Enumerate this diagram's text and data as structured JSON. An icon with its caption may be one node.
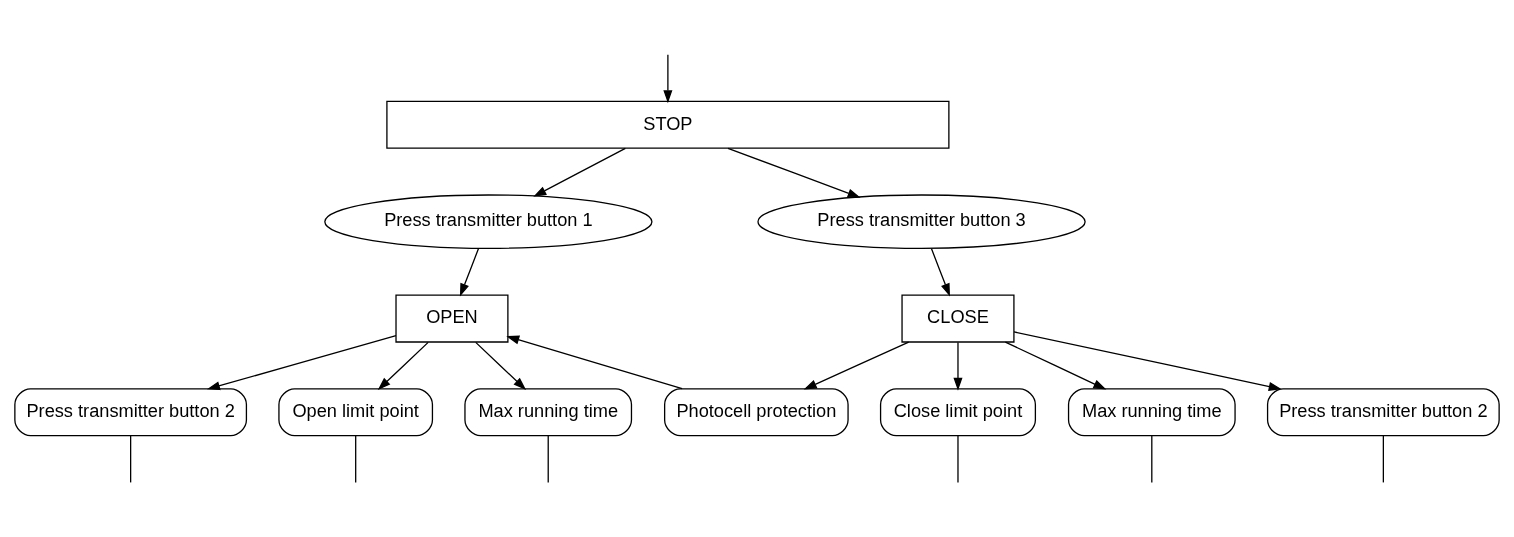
{
  "diagram": {
    "nodes": [
      {
        "text": [
          "STOP"
        ]
      },
      {
        "text": [
          "Press transmitter button 1"
        ]
      },
      {
        "text": [
          "Press transmitter button 3"
        ]
      },
      {
        "text": [
          "OPEN"
        ]
      },
      {
        "text": [
          "CLOSE"
        ]
      },
      {
        "text": [
          "Press transmitter button 2"
        ]
      },
      {
        "text": [
          "Open limit point"
        ]
      },
      {
        "text": [
          "Max running time"
        ]
      },
      {
        "text": [
          "Photocell protection"
        ]
      },
      {
        "text": [
          "Close limit point"
        ]
      },
      {
        "text": [
          "Max running time"
        ]
      },
      {
        "text": [
          "Press transmitter button 2"
        ]
      }
    ],
    "edges": [
      {
        "from": null,
        "to": 0,
        "arrow": "to"
      },
      {
        "from": 0,
        "to": 1,
        "arrow": "to"
      },
      {
        "from": 0,
        "to": 2,
        "arrow": "to"
      },
      {
        "from": 1,
        "to": 3,
        "arrow": "to"
      },
      {
        "from": 2,
        "to": 4,
        "arrow": "to"
      },
      {
        "from": 3,
        "to": 5,
        "arrow": "to"
      },
      {
        "from": 3,
        "to": 6,
        "arrow": "to"
      },
      {
        "from": 3,
        "to": 7,
        "arrow": "to"
      },
      {
        "from": 4,
        "to": 8,
        "arrow": "to"
      },
      {
        "from": 4,
        "to": 9,
        "arrow": "to"
      },
      {
        "from": 4,
        "to": 10,
        "arrow": "to"
      },
      {
        "from": 4,
        "to": 11,
        "arrow": "to"
      },
      {
        "from": 8,
        "to": 3,
        "arrow": "to"
      },
      {
        "from": 5,
        "to": null,
        "arrow": "none"
      },
      {
        "from": 6,
        "to": null,
        "arrow": "none"
      },
      {
        "from": 7,
        "to": null,
        "arrow": "none"
      },
      {
        "from": 9,
        "to": null,
        "arrow": "none"
      },
      {
        "from": 10,
        "to": null,
        "arrow": "none"
      },
      {
        "from": 11,
        "to": null,
        "arrow": "none"
      }
    ]
  }
}
